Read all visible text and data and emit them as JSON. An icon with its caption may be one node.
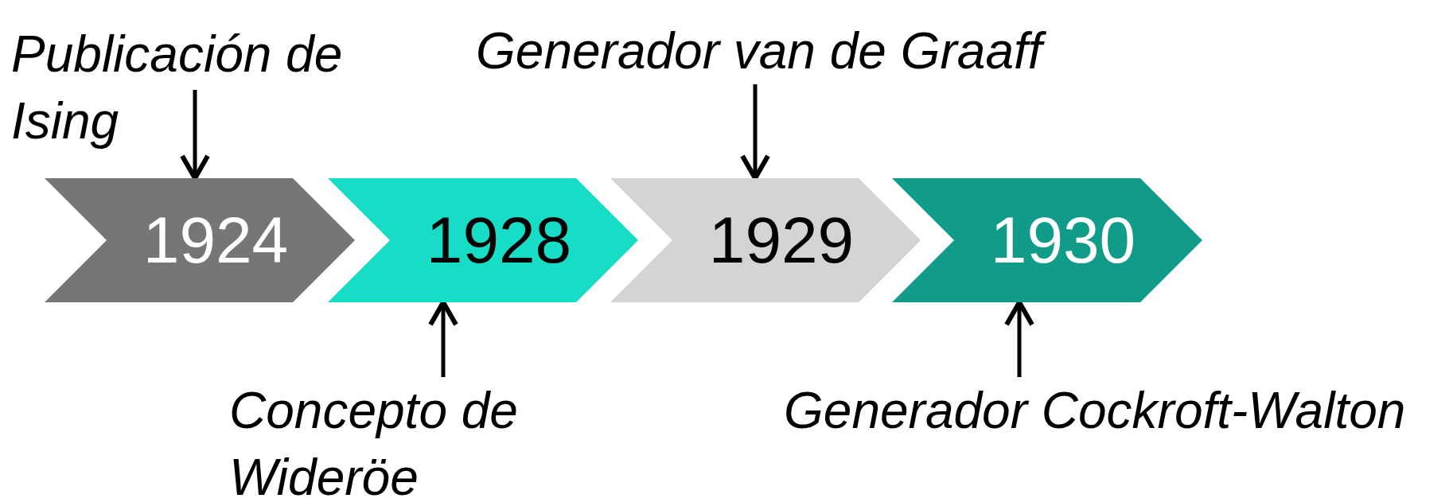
{
  "diagram": {
    "nodes": [
      {
        "text": [
          "1924"
        ]
      },
      {
        "text": [
          "1928"
        ]
      },
      {
        "text": [
          "1929"
        ]
      },
      {
        "text": [
          "1930"
        ]
      },
      {
        "text": [
          "Publicación de Ising"
        ]
      },
      {
        "text": [
          "Generador van de Graaff"
        ]
      },
      {
        "text": [
          "Concepto de Wideröe"
        ]
      },
      {
        "text": [
          "Generador Cockroft-Walton"
        ]
      }
    ],
    "edges": [
      {
        "from": 4,
        "to": 0,
        "arrow": "to"
      },
      {
        "from": 5,
        "to": 2,
        "arrow": "to"
      },
      {
        "from": 6,
        "to": 1,
        "arrow": "to"
      },
      {
        "from": 7,
        "to": 3,
        "arrow": "to"
      }
    ]
  }
}
